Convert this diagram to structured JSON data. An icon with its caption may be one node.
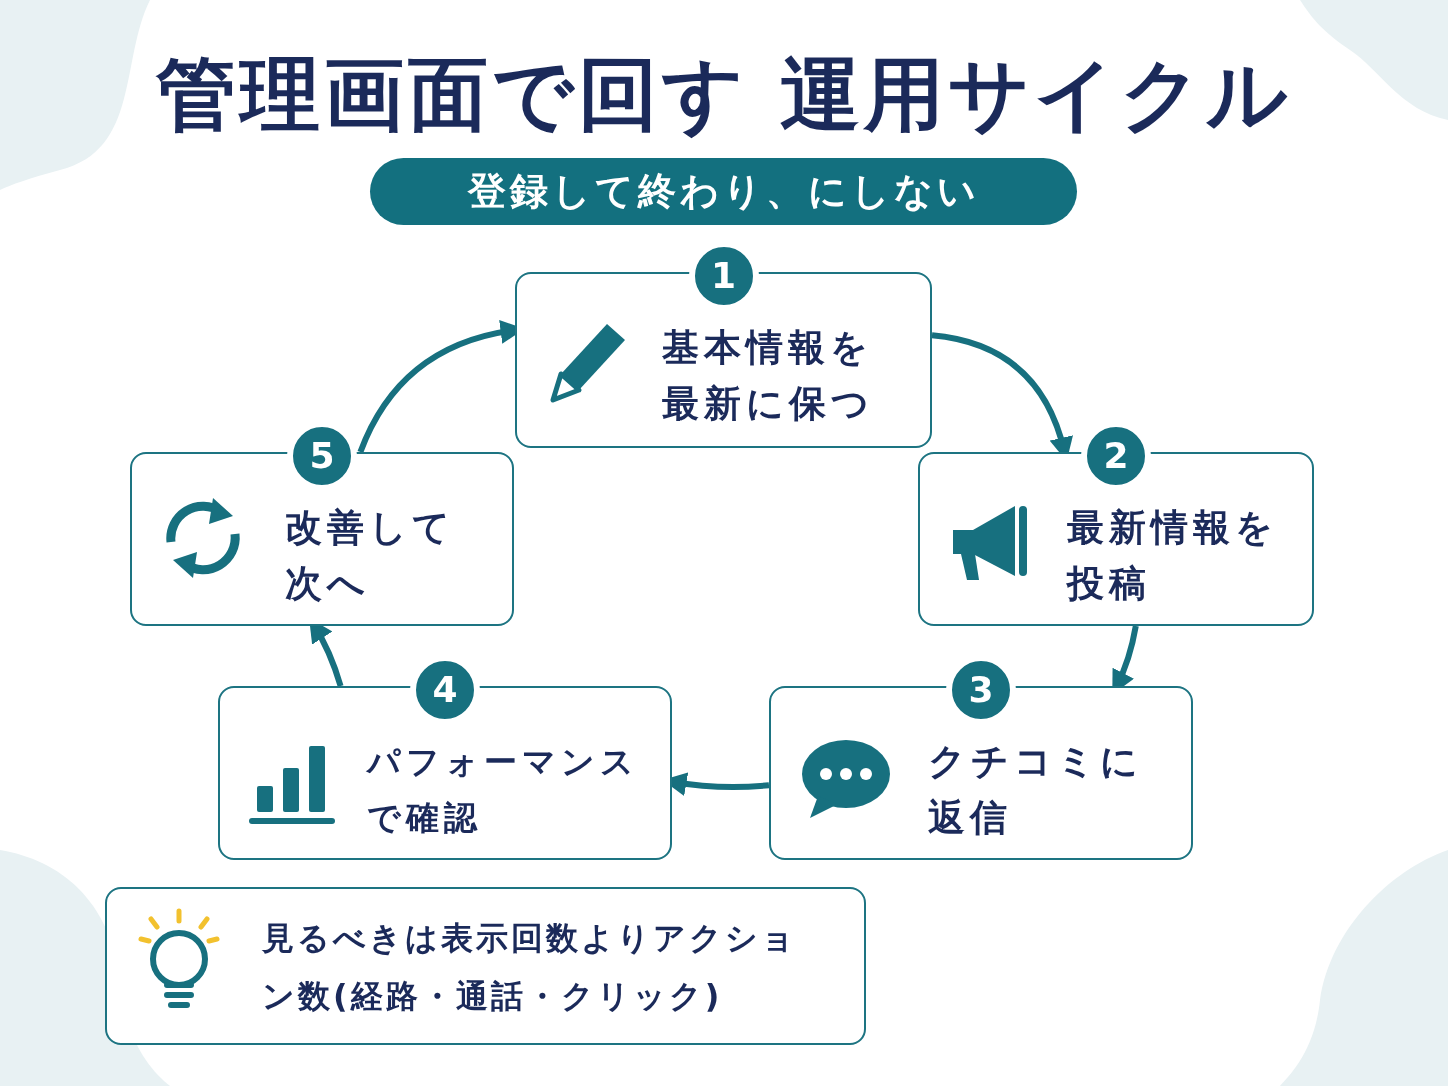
{
  "diagram": {
    "title": "管理画面で回す 運用サイクル",
    "nodes": [
      {
        "text": [
          "登録して終わり、にしない"
        ]
      },
      {
        "text": [
          "1",
          "基本情報を最新に保つ"
        ]
      },
      {
        "text": [
          "2",
          "最新情報を投稿"
        ]
      },
      {
        "text": [
          "3",
          "クチコミに返信"
        ]
      },
      {
        "text": [
          "4",
          "パフォーマンスで確認"
        ]
      },
      {
        "text": [
          "5",
          "改善して次へ"
        ]
      },
      {
        "text": [
          "見るべきは表示回数よりアクション数(経路・通話・クリック)"
        ]
      }
    ],
    "edges": [
      {
        "from": 1,
        "to": 2,
        "arrow": "to"
      },
      {
        "from": 2,
        "to": 3,
        "arrow": "to"
      },
      {
        "from": 3,
        "to": 4,
        "arrow": "to"
      },
      {
        "from": 4,
        "to": 5,
        "arrow": "to"
      },
      {
        "from": 5,
        "to": 1,
        "arrow": "to"
      }
    ]
  }
}
